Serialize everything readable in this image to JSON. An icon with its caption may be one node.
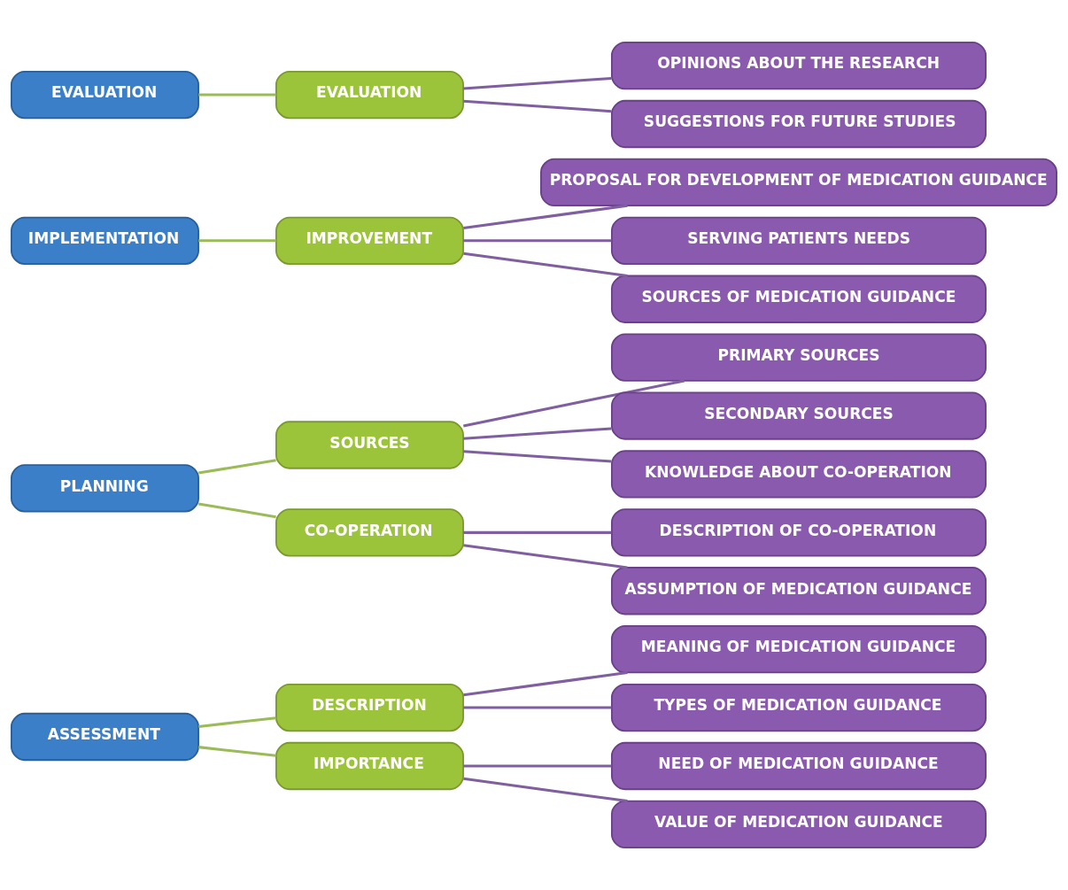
{
  "diagram": {
    "nodes": [
      {
        "text": [
          "ASSESSMENT"
        ]
      },
      {
        "text": [
          "DESCRIPTION"
        ]
      },
      {
        "text": [
          "MEANING OF MEDICATION GUIDANCE"
        ]
      },
      {
        "text": [
          "TYPES OF MEDICATION GUIDANCE"
        ]
      },
      {
        "text": [
          "IMPORTANCE"
        ]
      },
      {
        "text": [
          "NEED OF MEDICATION GUIDANCE"
        ]
      },
      {
        "text": [
          "VALUE OF MEDICATION GUIDANCE"
        ]
      },
      {
        "text": [
          "PLANNING"
        ]
      },
      {
        "text": [
          "SOURCES"
        ]
      },
      {
        "text": [
          "PRIMARY SOURCES"
        ]
      },
      {
        "text": [
          "SECONDARY SOURCES"
        ]
      },
      {
        "text": [
          "KNOWLEDGE ABOUT CO-OPERATION"
        ]
      },
      {
        "text": [
          "CO-OPERATION"
        ]
      },
      {
        "text": [
          "DESCRIPTION OF CO-OPERATION"
        ]
      },
      {
        "text": [
          "ASSUMPTION OF MEDICATION GUIDANCE"
        ]
      },
      {
        "text": [
          "IMPLEMENTATION"
        ]
      },
      {
        "text": [
          "IMPROVEMENT"
        ]
      },
      {
        "text": [
          "PROPOSAL FOR DEVELOPMENT OF MEDICATION GUIDANCE"
        ]
      },
      {
        "text": [
          "SERVING PATIENTS NEEDS"
        ]
      },
      {
        "text": [
          "SOURCES OF MEDICATION GUIDANCE"
        ]
      },
      {
        "text": [
          "EVALUATION"
        ]
      },
      {
        "text": [
          "EVALUATION"
        ]
      },
      {
        "text": [
          "OPINIONS ABOUT THE RESEARCH"
        ]
      },
      {
        "text": [
          "SUGGESTIONS FOR FUTURE STUDIES"
        ]
      }
    ],
    "edges": [
      {
        "from": 0,
        "to": 1,
        "arrow": "none",
        "color": "#9bbb59"
      },
      {
        "from": 0,
        "to": 4,
        "arrow": "none",
        "color": "#9bbb59"
      },
      {
        "from": 1,
        "to": 2,
        "arrow": "none"
      },
      {
        "from": 1,
        "to": 3,
        "arrow": "none"
      },
      {
        "from": 4,
        "to": 5,
        "arrow": "none"
      },
      {
        "from": 4,
        "to": 6,
        "arrow": "none"
      },
      {
        "from": 7,
        "to": 8,
        "arrow": "none",
        "color": "#9bbb59"
      },
      {
        "from": 7,
        "to": 12,
        "arrow": "none",
        "color": "#9bbb59"
      },
      {
        "from": 8,
        "to": 9,
        "arrow": "none"
      },
      {
        "from": 8,
        "to": 10,
        "arrow": "none"
      },
      {
        "from": 8,
        "to": 11,
        "arrow": "none"
      },
      {
        "from": 12,
        "to": 13,
        "arrow": "none"
      },
      {
        "from": 12,
        "to": 14,
        "arrow": "none"
      },
      {
        "from": 15,
        "to": 16,
        "arrow": "none",
        "color": "#9bbb59"
      },
      {
        "from": 16,
        "to": 17,
        "arrow": "none"
      },
      {
        "from": 16,
        "to": 18,
        "arrow": "none"
      },
      {
        "from": 16,
        "to": 19,
        "arrow": "none"
      },
      {
        "from": 20,
        "to": 21,
        "arrow": "none",
        "color": "#9bbb59"
      },
      {
        "from": 21,
        "to": 22,
        "arrow": "none"
      },
      {
        "from": 21,
        "to": 23,
        "arrow": "none"
      }
    ]
  }
}
